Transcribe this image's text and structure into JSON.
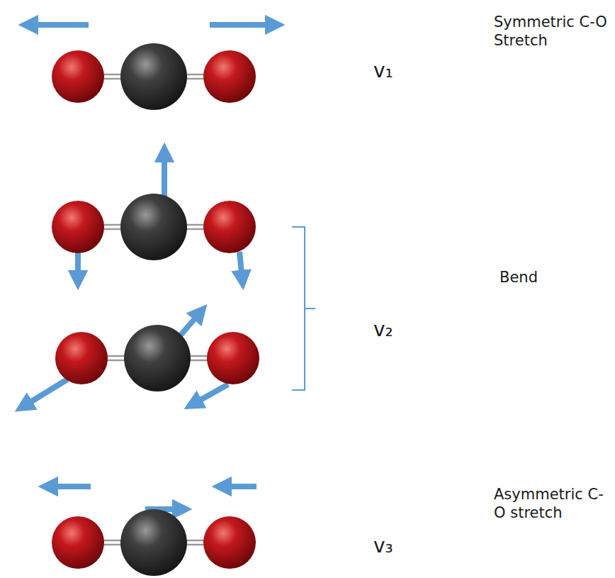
{
  "diagram": {
    "labels": [
      "Symmetric C-O Stretch",
      "v₁",
      "Bend",
      "v₂",
      "Asymmetric C-O stretch",
      "v₃"
    ]
  }
}
